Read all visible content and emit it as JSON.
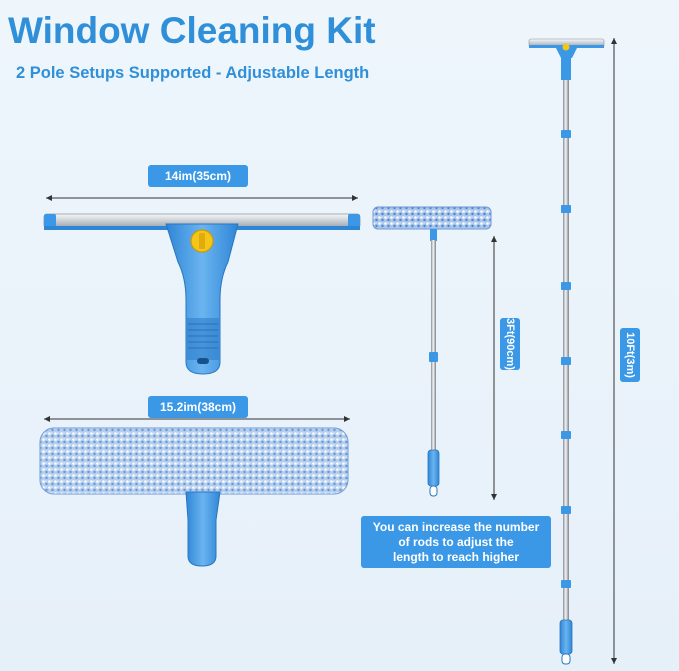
{
  "title": "Window Cleaning Kit",
  "subtitle": "2 Pole Setups Supported - Adjustable Length",
  "dimensions": {
    "squeegee_width": "14im(35cm)",
    "scrubber_width": "15.2im(38cm)",
    "short_pole": "3Ft(90cm)",
    "long_pole": "10Ft(3m)"
  },
  "note": {
    "line1": "You can increase the number",
    "line2": "of rods to  adjust the",
    "line3": "length to reach higher"
  },
  "colors": {
    "accent": "#3a98e6",
    "title": "#2f8fd8",
    "plastic": "#4a9fe8",
    "knob": "#f5c518",
    "microfiber": "#7fa9db"
  }
}
